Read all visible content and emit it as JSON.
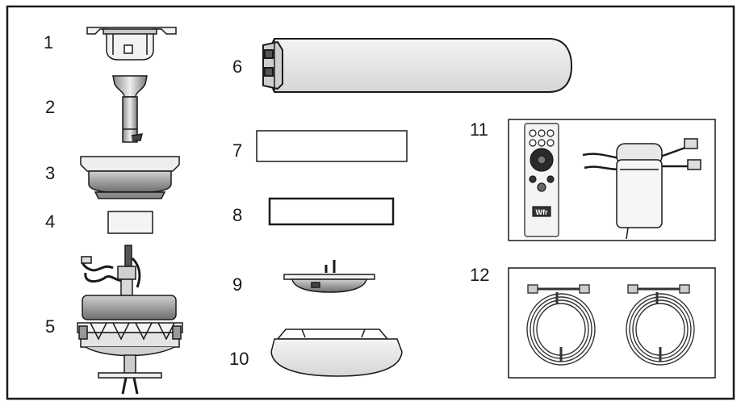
{
  "parts": [
    {
      "number": "1",
      "icon": "mounting-bracket-icon"
    },
    {
      "number": "2",
      "icon": "downrod-icon"
    },
    {
      "number": "3",
      "icon": "canopy-icon"
    },
    {
      "number": "4",
      "icon": "coupling-cover-icon"
    },
    {
      "number": "5",
      "icon": "motor-assembly-icon"
    },
    {
      "number": "6",
      "icon": "fan-blade-icon"
    },
    {
      "number": "7",
      "icon": "blade-holder-icon"
    },
    {
      "number": "8",
      "icon": "blade-holder-icon"
    },
    {
      "number": "9",
      "icon": "switch-housing-icon"
    },
    {
      "number": "10",
      "icon": "light-kit-cover-icon"
    },
    {
      "number": "11",
      "icon": "remote-and-receiver-icon"
    },
    {
      "number": "12",
      "icon": "extension-cable-icon"
    }
  ],
  "remote_logo_text": "Wfr",
  "colors": {
    "line": "#1a1a1a",
    "shade": "#9a9a9a",
    "light": "#e8e8e8",
    "background": "#ffffff"
  }
}
